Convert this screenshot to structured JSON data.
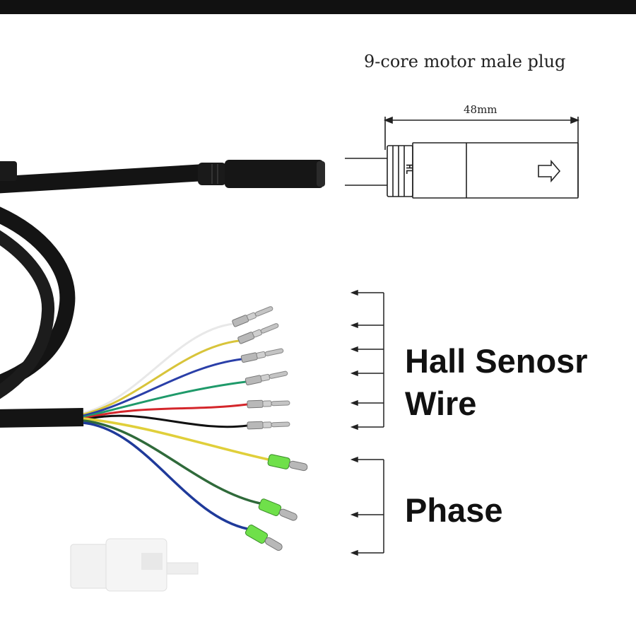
{
  "diagram": {
    "title": "9-core motor male plug",
    "dimension": "48mm",
    "plug_marking": "HL",
    "groups": [
      {
        "label_lines": [
          "Hall Senosr",
          "Wire"
        ],
        "wire_count": 6
      },
      {
        "label_lines": [
          "Phase"
        ],
        "wire_count": 3
      }
    ]
  },
  "colors": {
    "cable": "#141414",
    "hall_wires": [
      "#e8e8e8",
      "#d8c43a",
      "#2a3fa8",
      "#1f9a6a",
      "#d4262b",
      "#111111"
    ],
    "phase_wires": [
      "#e0cf3a",
      "#2f6a3a",
      "#1f3a9a"
    ],
    "insulator": "#6fe04a",
    "pin": "#b8b8b8",
    "connector_white": "#f2f2f2"
  }
}
